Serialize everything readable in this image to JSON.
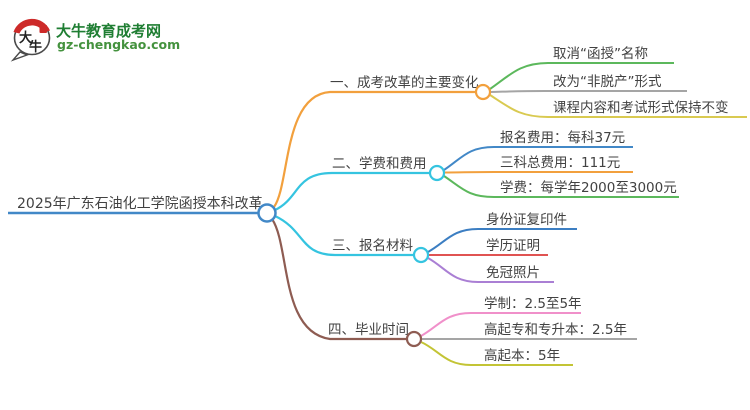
{
  "logo": {
    "site_name": "大牛教育成考网",
    "site_url": "gz-chengkao.com",
    "bubble_char_1": "大",
    "bubble_char_2": "牛",
    "brand_color": "#1f7e33",
    "url_color": "#44923e",
    "seal_color": "#cd2a29"
  },
  "mindmap": {
    "root": {
      "label": "2025年广东石油化工学院函授本科改革",
      "color": "#4288c7"
    },
    "branches": [
      {
        "label": "一、成考改革的主要变化",
        "color": "#f2a03d",
        "children": [
          {
            "label": "取消“函授”名称",
            "color": "#5cb85c"
          },
          {
            "label": "改为“非脱产”形式",
            "color": "#a5a5a5"
          },
          {
            "label": "课程内容和考试形式保持不变",
            "color": "#d9ca51"
          }
        ]
      },
      {
        "label": "二、学费和费用",
        "color": "#35c4e0",
        "children": [
          {
            "label": "报名费用：每科37元",
            "color": "#4288c7"
          },
          {
            "label": "三科总费用：111元",
            "color": "#f2a03d"
          },
          {
            "label": "学费：每学年2000至3000元",
            "color": "#5cb85c"
          }
        ]
      },
      {
        "label": "三、报名材料",
        "color": "#35c4e0",
        "children": [
          {
            "label": "身份证复印件",
            "color": "#3c7ec2"
          },
          {
            "label": "学历证明",
            "color": "#e05352"
          },
          {
            "label": "免冠照片",
            "color": "#aa7fd4"
          }
        ]
      },
      {
        "label": "四、毕业时间",
        "color": "#8e5c52",
        "children": [
          {
            "label": "学制：2.5至5年",
            "color": "#f090ca"
          },
          {
            "label": "高起专和专升本：2.5年",
            "color": "#a5a5a5"
          },
          {
            "label": "高起本：5年",
            "color": "#c3c435"
          }
        ]
      }
    ]
  }
}
